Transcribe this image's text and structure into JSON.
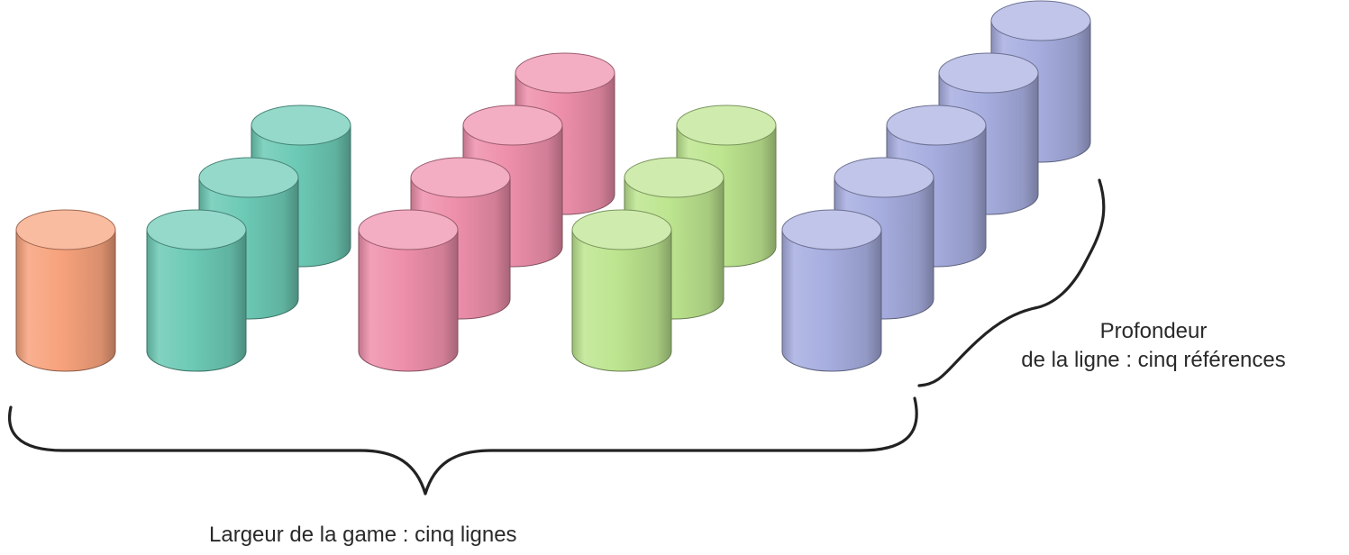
{
  "labels": {
    "depth_line1": "Profondeur",
    "depth_line2": "de la ligne : cinq références",
    "width": "Largeur de la game : cinq lignes"
  },
  "product_lines": [
    {
      "references": 1,
      "color": "#f7a27c"
    },
    {
      "references": 3,
      "color": "#6ccab5"
    },
    {
      "references": 4,
      "color": "#ee8fab"
    },
    {
      "references": 3,
      "color": "#bde58f"
    },
    {
      "references": 5,
      "color": "#a7aee0"
    }
  ]
}
